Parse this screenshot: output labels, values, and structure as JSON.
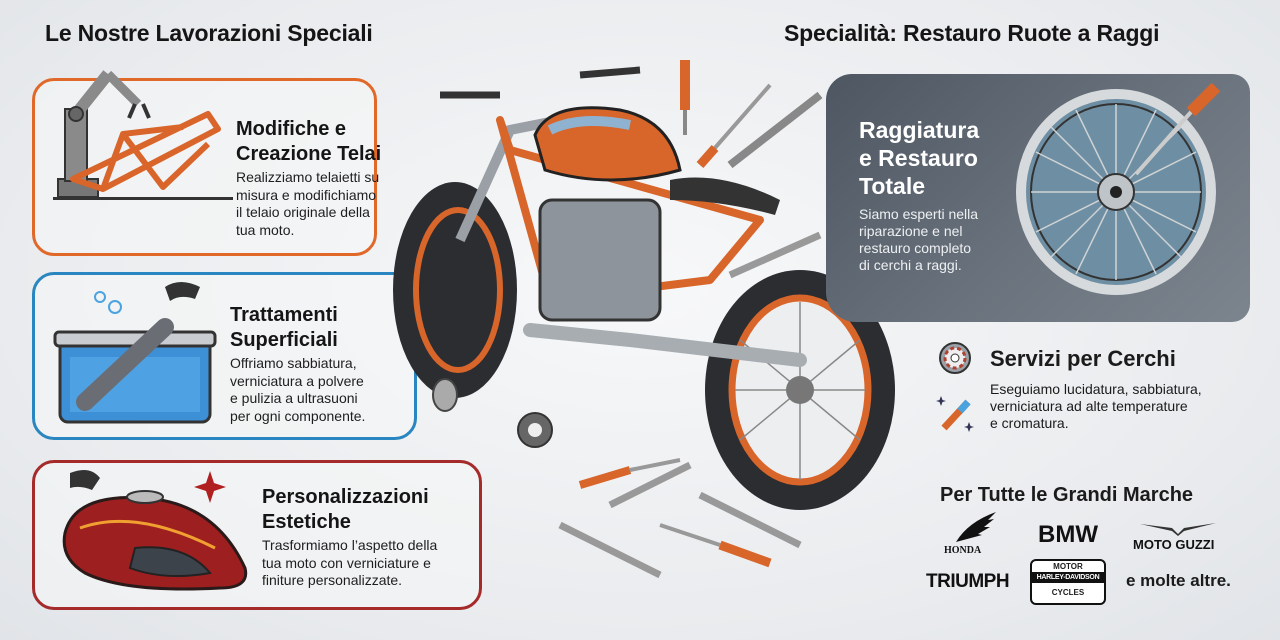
{
  "left_heading": "Le Nostre Lavorazioni Speciali",
  "right_heading": "Specialità: Restauro Ruote a Raggi",
  "services": [
    {
      "title_1": "Modifiche e",
      "title_2": "Creazione Telai",
      "description": [
        "Realizziamo telaietti su",
        "misura e modifichiamo",
        "il telaio originale della",
        "tua moto."
      ],
      "color": "#e0692a"
    },
    {
      "title_1": "Trattamenti",
      "title_2": "Superficiali",
      "description": [
        "Offriamo sabbiatura,",
        "verniciatura a polvere",
        "e pulizia a ultrasuoni",
        "per ogni componente."
      ],
      "color": "#2a86c0"
    },
    {
      "title_1": "Personalizzazioni",
      "title_2": "Estetiche",
      "description": [
        "Trasformiamo l’aspetto della",
        "tua moto con verniciature e",
        "finiture personalizzate."
      ],
      "color": "#a52a2a"
    }
  ],
  "wheel_panel": {
    "title": [
      "Raggiatura",
      "e Restauro",
      "Totale"
    ],
    "description": [
      "Siamo esperti nella",
      "riparazione e nel",
      "restauro completo",
      "di cerchi a raggi."
    ]
  },
  "rim_services": {
    "title": "Servizi per Cerchi",
    "description": [
      "Eseguiamo lucidatura, sabbiatura,",
      "verniciatura ad alte temperature",
      "e cromatura."
    ]
  },
  "brands": {
    "heading": "Per Tutte le Grandi Marche",
    "items": [
      "HONDA",
      "BMW",
      "MOTO GUZZI",
      "TRIUMPH",
      "HARLEY-DAVIDSON"
    ],
    "harley_top": "MOTOR",
    "harley_bottom": "CYCLES",
    "more": "e molte altre."
  }
}
